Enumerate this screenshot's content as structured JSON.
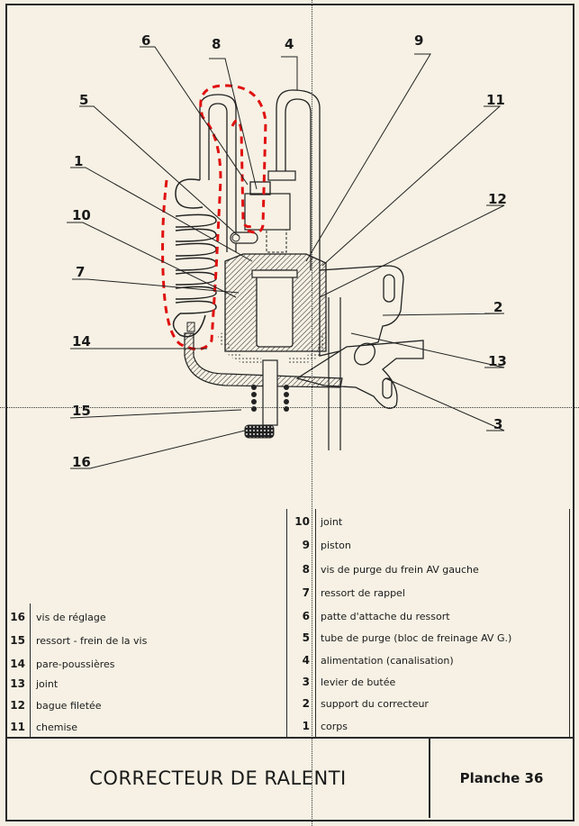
{
  "sheet": {
    "title": "CORRECTEUR DE RALENTI",
    "plate_label": "Planche 36"
  },
  "callouts": [
    "1",
    "2",
    "3",
    "4",
    "5",
    "6",
    "7",
    "8",
    "9",
    "10",
    "11",
    "12",
    "13",
    "14",
    "15",
    "16"
  ],
  "legend_left": [
    {
      "num": "16",
      "text": "vis de réglage"
    },
    {
      "num": "15",
      "text": "ressort - frein de la vis"
    },
    {
      "num": "14",
      "text": "pare-poussières"
    },
    {
      "num": "13",
      "text": "joint"
    },
    {
      "num": "12",
      "text": "bague filetée"
    },
    {
      "num": "11",
      "text": "chemise"
    }
  ],
  "legend_right": [
    {
      "num": "10",
      "text": "joint"
    },
    {
      "num": "9",
      "text": "piston"
    },
    {
      "num": "8",
      "text": "vis de purge du frein AV gauche"
    },
    {
      "num": "7",
      "text": "ressort de rappel"
    },
    {
      "num": "6",
      "text": "patte d'attache du ressort"
    },
    {
      "num": "5",
      "text": "tube de purge (bloc de freinage AV G.)"
    },
    {
      "num": "4",
      "text": "alimentation (canalisation)"
    },
    {
      "num": "3",
      "text": "levier de butée"
    },
    {
      "num": "2",
      "text": "support du correcteur"
    },
    {
      "num": "1",
      "text": "corps"
    }
  ],
  "highlight_color": "#e01010"
}
